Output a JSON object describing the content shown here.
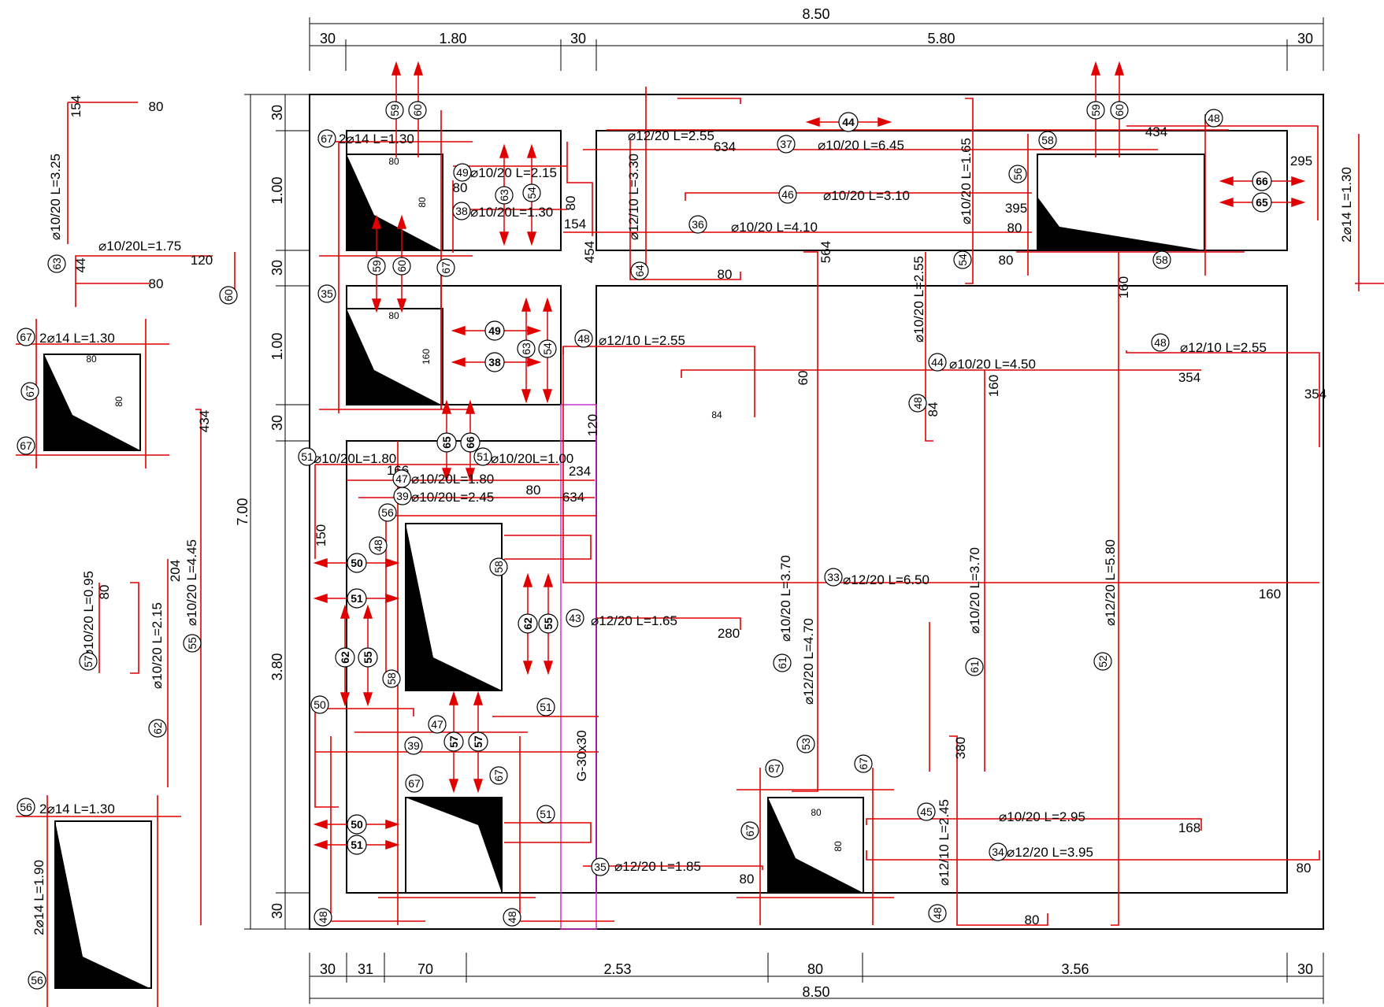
{
  "dims_top": {
    "total": "8.50",
    "segments": [
      "30",
      "1.80",
      "30",
      "5.80",
      "30"
    ]
  },
  "dims_bottom": {
    "total": "8.50",
    "segments": [
      "30",
      "31",
      "70",
      "2.53",
      "80",
      "3.56",
      "30"
    ]
  },
  "dims_left": {
    "total": "7.00",
    "segments": [
      "30",
      "1.00",
      "30",
      "1.00",
      "30",
      "3.80",
      "30"
    ]
  },
  "column_label": "G-30x30",
  "bar_notes": [
    {
      "id": "n1",
      "text": "⌀10/20  L=3.25"
    },
    {
      "id": "n2",
      "text": "⌀10/20L=1.75"
    },
    {
      "id": "n3",
      "text": "2⌀14  L=1.30"
    },
    {
      "id": "n4",
      "text": "⌀10/20  L=0.95"
    },
    {
      "id": "n5",
      "text": "⌀10/20  L=2.15"
    },
    {
      "id": "n6",
      "text": "⌀10/20  L=4.45"
    },
    {
      "id": "n7",
      "text": "2⌀14  L=1.30"
    },
    {
      "id": "n8",
      "text": "2⌀14  L=1.90"
    },
    {
      "id": "n9",
      "text": "2⌀14  L=1.30"
    },
    {
      "id": "n10",
      "text": "⌀12/20  L=2.55"
    },
    {
      "id": "n11",
      "text": "⌀10/20  L=6.45"
    },
    {
      "id": "n12",
      "text": "⌀10/20  L=2.15"
    },
    {
      "id": "n13",
      "text": "⌀10/20L=1.30"
    },
    {
      "id": "n14",
      "text": "⌀10/20  L=3.10"
    },
    {
      "id": "n15",
      "text": "⌀10/20  L=4.10"
    },
    {
      "id": "n16",
      "text": "⌀12/10  L=3.30"
    },
    {
      "id": "n17",
      "text": "⌀10/20  L=1.65"
    },
    {
      "id": "n18",
      "text": "⌀12/10  L=2.55"
    },
    {
      "id": "n19",
      "text": "⌀10/20  L=4.50"
    },
    {
      "id": "n20",
      "text": "⌀12/10  L=2.55"
    },
    {
      "id": "n21",
      "text": "⌀10/20L=1.80"
    },
    {
      "id": "n22",
      "text": "⌀10/20L=1.00"
    },
    {
      "id": "n23",
      "text": "⌀10/20L=1.80"
    },
    {
      "id": "n24",
      "text": "⌀10/20L=2.45"
    },
    {
      "id": "n25",
      "text": "⌀12/20  L=6.50"
    },
    {
      "id": "n26",
      "text": "⌀12/20  L=1.65"
    },
    {
      "id": "n27",
      "text": "⌀10/20  L=3.70"
    },
    {
      "id": "n28",
      "text": "⌀12/20  L=4.70"
    },
    {
      "id": "n29",
      "text": "⌀10/20  L=3.70"
    },
    {
      "id": "n30",
      "text": "⌀12/20  L=5.80"
    },
    {
      "id": "n31",
      "text": "⌀10/20  L=2.95"
    },
    {
      "id": "n32",
      "text": "⌀12/20  L=3.95"
    },
    {
      "id": "n33",
      "text": "⌀12/20  L=1.85"
    },
    {
      "id": "n34",
      "text": "⌀12/10  L=2.45"
    },
    {
      "id": "n35",
      "text": "⌀10/20  L=2.55"
    },
    {
      "id": "n36",
      "text": "2⌀14  L=1.30"
    }
  ],
  "numbers": [
    "154",
    "80",
    "44",
    "120",
    "80",
    "80",
    "80",
    "434",
    "204",
    "80",
    "80",
    "80",
    "80",
    "160",
    "634",
    "295",
    "395",
    "80",
    "80",
    "80",
    "454",
    "564",
    "160",
    "434",
    "354",
    "354",
    "60",
    "160",
    "84",
    "84",
    "166",
    "234",
    "80",
    "634",
    "150",
    "160",
    "280",
    "380",
    "168",
    "80",
    "80",
    "80",
    "80",
    "80",
    "120",
    "80",
    "154",
    "80"
  ],
  "tags": [
    "59",
    "60",
    "67",
    "49",
    "38",
    "63",
    "54",
    "35",
    "59",
    "60",
    "67",
    "49",
    "38",
    "63",
    "54",
    "48",
    "65",
    "66",
    "51",
    "47",
    "39",
    "51",
    "56",
    "48",
    "50",
    "51",
    "58",
    "62",
    "55",
    "43",
    "62",
    "55",
    "58",
    "50",
    "47",
    "57",
    "57",
    "39",
    "51",
    "67",
    "67",
    "50",
    "51",
    "51",
    "48",
    "48",
    "35",
    "37",
    "44",
    "46",
    "36",
    "64",
    "56",
    "58",
    "54",
    "58",
    "48",
    "59",
    "60",
    "66",
    "65",
    "48",
    "44",
    "48",
    "33",
    "61",
    "53",
    "61",
    "52",
    "45",
    "34",
    "48",
    "67",
    "67",
    "67",
    "56",
    "56",
    "57",
    "62",
    "55",
    "63",
    "60",
    "67",
    "67",
    "67"
  ]
}
